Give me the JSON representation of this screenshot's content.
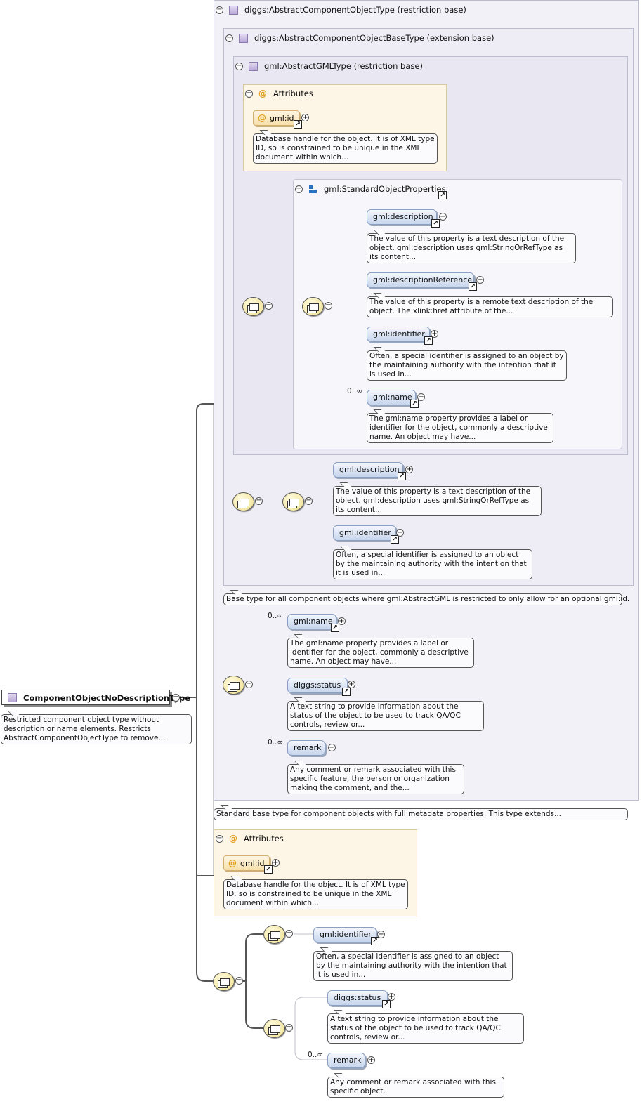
{
  "root": {
    "name": "ComponentObjectNoDescriptionType",
    "doc": "Restricted component object type without description or name elements. Restricts AbstractComponentObjectType to remove..."
  },
  "types": {
    "abstract_component": "diggs:AbstractComponentObjectType (restriction base)",
    "abstract_component_base": "diggs:AbstractComponentObjectBaseType (extension base)",
    "abstract_gml": "gml:AbstractGMLType (restriction base)"
  },
  "attributes_label": "Attributes",
  "gml_id": {
    "name": "gml:id",
    "doc": "Database handle for the object. It is of XML type ID, so is constrained to be unique in the XML document within which..."
  },
  "standard_props": {
    "label": "gml:StandardObjectProperties",
    "description": {
      "name": "gml:description",
      "doc": "The value of this property is a text description of the object. gml:description uses gml:StringOrRefType as its content..."
    },
    "description_reference": {
      "name": "gml:descriptionReference",
      "doc": "The value of this property is a remote text description of the object. The xlink:href attribute of the..."
    },
    "identifier": {
      "name": "gml:identifier",
      "doc": "Often, a special identifier is assigned to an object by the maintaining authority with the intention that it is used in..."
    },
    "name": {
      "name": "gml:name",
      "occurs": "0..∞",
      "doc": "The gml:name property provides a label or identifier for the object, commonly a descriptive name. An object may have..."
    }
  },
  "base_seq": {
    "description": {
      "name": "gml:description",
      "doc": "The value of this property is a text description of the object. gml:description uses gml:StringOrRefType as its content..."
    },
    "identifier": {
      "name": "gml:identifier",
      "doc": "Often, a special identifier is assigned to an object by the maintaining authority with the intention that it is used in..."
    }
  },
  "base_type_doc": "Base type for all component objects where gml:AbstractGML is restricted to only allow for an optional gml:id.",
  "abstract_seq": {
    "name": {
      "name": "gml:name",
      "occurs": "0..∞",
      "doc": "The gml:name property provides a label or identifier for the object, commonly a descriptive name. An object may have..."
    },
    "status": {
      "name": "diggs:status",
      "doc": "A text string to provide information about the status of the object to be used to track QA/QC controls, review or..."
    },
    "remark": {
      "name": "remark",
      "occurs": "0..∞",
      "doc": "Any comment or remark associated with this specific feature, the person or organization making the comment, and the..."
    }
  },
  "standard_base_doc": "Standard base type for component objects with full metadata properties. This type extends...",
  "root_attrs": {
    "name": "gml:id",
    "doc": "Database handle for the object. It is of XML type ID, so is constrained to be unique in the XML document within which..."
  },
  "root_seq": {
    "identifier": {
      "name": "gml:identifier",
      "doc": "Often, a special identifier is assigned to an object by the maintaining authority with the intention that it is used in..."
    },
    "status": {
      "name": "diggs:status",
      "doc": "A text string to provide information about the status of the object to be used to track QA/QC controls, review or..."
    },
    "remark": {
      "name": "remark",
      "occurs": "0..∞",
      "doc": "Any comment or remark associated with this specific object."
    }
  },
  "icons": {
    "arrow": "↗",
    "plus": "+",
    "minus": "−",
    "at": "@"
  }
}
